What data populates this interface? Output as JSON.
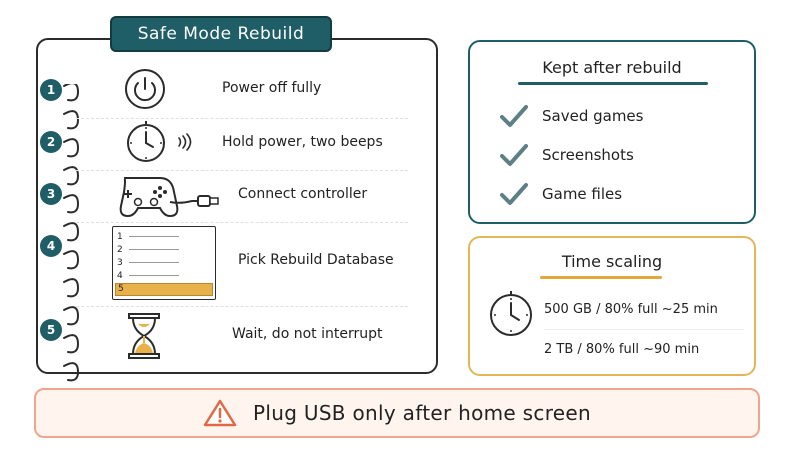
{
  "steps_card": {
    "title": "Safe Mode Rebuild",
    "steps": [
      {
        "number": "1",
        "label": "Power off fully"
      },
      {
        "number": "2",
        "label": "Hold power, two beeps"
      },
      {
        "number": "3",
        "label": "Connect controller"
      },
      {
        "number": "4",
        "label": "Pick Rebuild Database"
      },
      {
        "number": "5",
        "label": "Wait, do not interrupt"
      }
    ],
    "menu_numbers": [
      "1",
      "2",
      "3",
      "4",
      "5"
    ]
  },
  "kept_card": {
    "title": "Kept after rebuild",
    "items": [
      "Saved games",
      "Screenshots",
      "Game files"
    ]
  },
  "time_card": {
    "title": "Time scaling",
    "rows": [
      "500 GB / 80% full ~25 min",
      "2 TB / 80% full ~90 min"
    ]
  },
  "warning": {
    "text": "Plug USB only after home screen"
  },
  "colors": {
    "teal": "#1f5e66",
    "gold": "#e1a93a",
    "warning_border": "#f0a58c",
    "warning_bg": "#fff4ee",
    "check": "#5d7f86"
  },
  "icons": {
    "step1": "power-icon",
    "step2": "clock-icon",
    "step3": "controller-icon",
    "step4": "menu-list-icon",
    "step5": "hourglass-icon",
    "kept": "check-icon",
    "time": "clock-icon",
    "warning": "warning-triangle-icon"
  }
}
